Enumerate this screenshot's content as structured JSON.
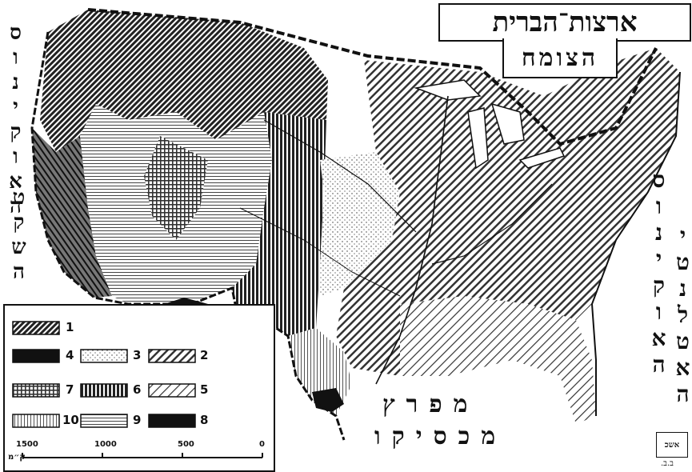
{
  "map": {
    "title": "ארצות־הברית",
    "subtitle": "הצומח",
    "pacific_line1": "האוקינוס",
    "pacific_line2": "השקט",
    "atlantic_line1": "האוקינוס",
    "atlantic_line2": "האטלנטי",
    "gulf_line1": "מפרץ",
    "gulf_line2": "מכסיקו"
  },
  "legend": {
    "items": [
      {
        "num": "1",
        "pattern": "dense-diagonal"
      },
      {
        "num": "2",
        "pattern": "medium-diagonal"
      },
      {
        "num": "3",
        "pattern": "dots"
      },
      {
        "num": "4",
        "pattern": "solid-black"
      },
      {
        "num": "5",
        "pattern": "light-diagonal"
      },
      {
        "num": "6",
        "pattern": "vertical-bars"
      },
      {
        "num": "7",
        "pattern": "cross-hatch"
      },
      {
        "num": "8",
        "pattern": "black-dense"
      },
      {
        "num": "9",
        "pattern": "horizontal-lines"
      },
      {
        "num": "10",
        "pattern": "vertical-fine"
      }
    ],
    "scale_labels": [
      "1500",
      "1000",
      "500",
      "0"
    ],
    "scale_unit": "ק״מ"
  },
  "footer": {
    "stamp": "אשכ",
    "initials": "ב.ב."
  }
}
